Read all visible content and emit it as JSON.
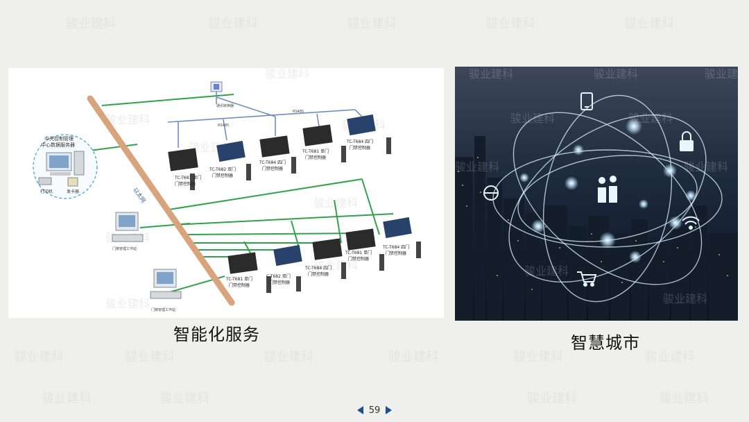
{
  "slide": {
    "page_number": "59",
    "watermark_text": "骏业建科",
    "left_caption": "智能化服务",
    "right_caption": "智慧城市"
  },
  "diagram": {
    "central_server_label_1": "中央控制管理",
    "central_server_label_2": "中心数据服务器",
    "printer_label": "打印机",
    "card_reader_label": "发卡器",
    "workstation_1_label": "门禁管理工作站",
    "workstation_2_label": "门禁管理工作站",
    "upper_node_label": "通讯转换器",
    "bus_label_1": "RS485",
    "bus_label_2": "RS485",
    "backbone_label": "以太网",
    "upper_controllers": [
      {
        "model": "TC-T681 单门",
        "desc": "门禁控制器"
      },
      {
        "model": "TC-T682 双门",
        "desc": "门禁控制器"
      },
      {
        "model": "TC-T684 四门",
        "desc": "门禁控制器"
      },
      {
        "model": "TC-T681 单门",
        "desc": "门禁控制器"
      },
      {
        "model": "TC-T684 四门",
        "desc": "门禁控制器"
      }
    ],
    "lower_controllers": [
      {
        "model": "TC-T681 单门",
        "desc": "门禁控制器"
      },
      {
        "model": "C-T682 双门",
        "desc": "门禁控制器"
      },
      {
        "model": "TC-T684 四门",
        "desc": "门禁控制器"
      },
      {
        "model": "TC-T681 单门",
        "desc": "门禁控制器"
      },
      {
        "model": "TC-T684 四门",
        "desc": "门禁控制器"
      }
    ]
  },
  "colors": {
    "slide_bg": "#efefed",
    "accent_blue": "#1f4e8c",
    "line_green": "#2ea24a",
    "line_blue": "#6d8fbf",
    "backbone": "#d9a47c",
    "city_glow": "#bfe6ff"
  },
  "icons": {
    "prev": "triangle-left",
    "next": "triangle-right",
    "city_icons": [
      "phone-icon",
      "lock-icon",
      "ie-icon",
      "people-icon",
      "wifi-icon",
      "cart-icon"
    ]
  }
}
